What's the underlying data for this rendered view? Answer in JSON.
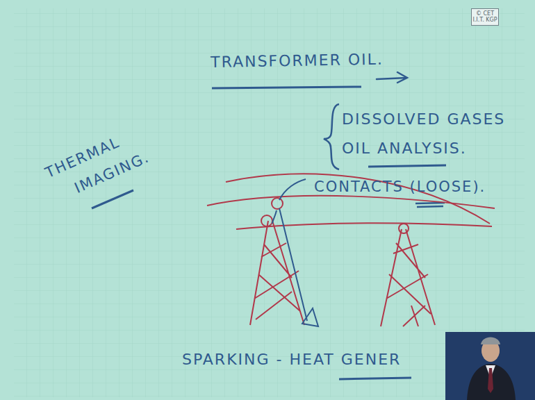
{
  "diagram": {
    "title": "TRANSFORMER OIL.",
    "nodes": [
      {
        "text": [
          "© CET I.I.T. KGP"
        ]
      }
    ],
    "labels": [
      "DISSOLVED GASES",
      "OIL ANALYSIS.",
      "THERMAL",
      "IMAGING.",
      "CONTACTS (LOOSE).",
      "SPARKING - HEAT GENER"
    ]
  }
}
